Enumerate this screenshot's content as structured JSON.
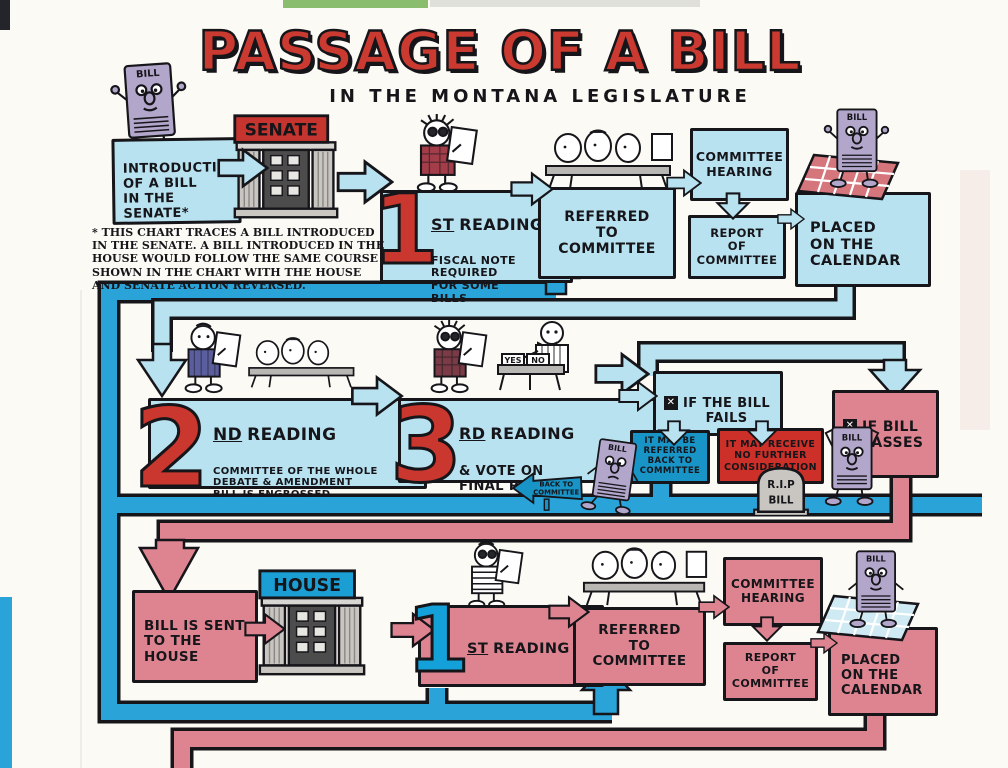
{
  "title": "PASSAGE OF A BILL",
  "subtitle": "IN THE MONTANA LEGISLATURE",
  "footnote": "* THIS CHART TRACES A BILL INTRODUCED\nIN THE SENATE. A BILL INTRODUCED IN THE\nHOUSE WOULD FOLLOW THE SAME COURSE\nSHOWN IN THE CHART WITH THE HOUSE\nAND SENATE ACTION REVERSED.",
  "bill_label": "BILL",
  "senate": {
    "intro": "INTRODUCTION\nOF A BILL\nIN THE\nSENATE*",
    "building_sign": "SENATE",
    "first_reading": {
      "numeral": "1",
      "suffix": "ST",
      "word": "READING",
      "note": "FISCAL NOTE\nREQUIRED\nFOR SOME\nBILLS"
    },
    "referred": "REFERRED\nTO\nCOMMITTEE",
    "hearing": "COMMITTEE\nHEARING",
    "report": "REPORT\nOF\nCOMMITTEE",
    "placed": "PLACED\nON THE\nCALENDAR"
  },
  "second_reading": {
    "numeral": "2",
    "suffix": "ND",
    "word": "READING",
    "note": "COMMITTEE OF THE WHOLE\nDEBATE & AMENDMENT\nBILL IS ENGROSSED"
  },
  "third_reading": {
    "numeral": "3",
    "suffix": "RD",
    "word": "READING",
    "note": "& VOTE ON\nFINAL PASSAGE"
  },
  "outcomes": {
    "fails_label": "IF THE BILL\nFAILS",
    "checkbox_glyph": "✕",
    "referred_back": "IT MAY BE\nREFERRED\nBACK TO\nCOMMITTEE",
    "no_further": "IT MAY RECEIVE\nNO FURTHER\nCONSIDERATION",
    "tombstone_line1": "R.I.P",
    "tombstone_line2": "BILL",
    "back_sign_line1": "BACK TO",
    "back_sign_line2": "COMMITTEE",
    "passes_label": "IF BILL\nPASSES"
  },
  "house": {
    "sent": "BILL IS SENT\nTO THE\nHOUSE",
    "building_sign": "HOUSE",
    "first_reading": {
      "numeral": "1",
      "suffix": "ST",
      "word": "READING"
    },
    "referred": "REFERRED\nTO\nCOMMITTEE",
    "hearing": "COMMITTEE\nHEARING",
    "report": "REPORT\nOF\nCOMMITTEE",
    "placed": "PLACED\nON THE\nCALENDAR"
  },
  "vote": {
    "yes": "YES",
    "no": "NO"
  },
  "colors": {
    "senate_box": "#b9e2f0",
    "house_box": "#de8490",
    "pipe_teal": "#29a3d8",
    "referred_back_teal": "#1894c6",
    "fail_red": "#cc3028",
    "numeral_red": "#c9372e",
    "numeral_blue": "#14a0d8",
    "senate_sign_red": "#c5342e",
    "house_sign_blue": "#1b9ed3",
    "bill_purple": "#b2a6cb",
    "title_red": "#cb3a30"
  }
}
